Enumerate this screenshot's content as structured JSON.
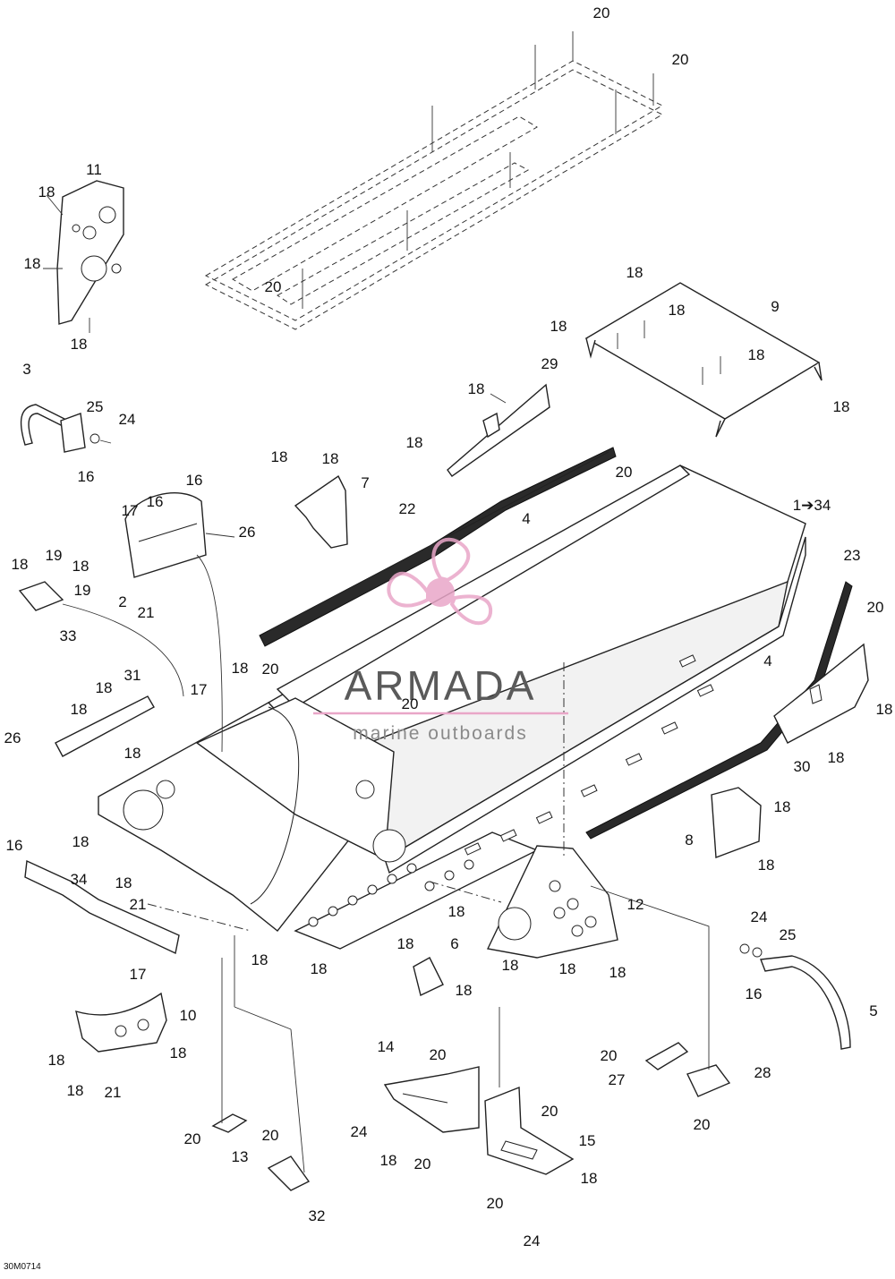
{
  "figure_id": "30M0714",
  "watermark": {
    "name": "ARMADA",
    "tagline": "marine outboards",
    "accent_color": "#e9a6c8"
  },
  "callouts": [
    {
      "id": "c-20a",
      "text": "20"
    },
    {
      "id": "c-20b",
      "text": "20"
    },
    {
      "id": "c-20c",
      "text": "20"
    },
    {
      "id": "c-11",
      "text": "11"
    },
    {
      "id": "c-18a",
      "text": "18"
    },
    {
      "id": "c-18b",
      "text": "18"
    },
    {
      "id": "c-18c",
      "text": "18"
    },
    {
      "id": "c-18d",
      "text": "18"
    },
    {
      "id": "c-18e",
      "text": "18"
    },
    {
      "id": "c-9",
      "text": "9"
    },
    {
      "id": "c-18f",
      "text": "18"
    },
    {
      "id": "c-18g",
      "text": "18"
    },
    {
      "id": "c-18h",
      "text": "18"
    },
    {
      "id": "c-3",
      "text": "3"
    },
    {
      "id": "c-25a",
      "text": "25"
    },
    {
      "id": "c-24a",
      "text": "24"
    },
    {
      "id": "c-16a",
      "text": "16"
    },
    {
      "id": "c-29",
      "text": "29"
    },
    {
      "id": "c-18i",
      "text": "18"
    },
    {
      "id": "c-18j",
      "text": "18"
    },
    {
      "id": "c-18k",
      "text": "18"
    },
    {
      "id": "c-18l",
      "text": "18"
    },
    {
      "id": "c-7",
      "text": "7"
    },
    {
      "id": "c-20d",
      "text": "20"
    },
    {
      "id": "c-22",
      "text": "22"
    },
    {
      "id": "c-16b",
      "text": "16"
    },
    {
      "id": "c-17a",
      "text": "17"
    },
    {
      "id": "c-16c",
      "text": "16"
    },
    {
      "id": "c-26a",
      "text": "26"
    },
    {
      "id": "c-1-34",
      "text": "1➔34"
    },
    {
      "id": "c-4a",
      "text": "4"
    },
    {
      "id": "c-23",
      "text": "23"
    },
    {
      "id": "c-2",
      "text": "2"
    },
    {
      "id": "c-21a",
      "text": "21"
    },
    {
      "id": "c-18m",
      "text": "18"
    },
    {
      "id": "c-19a",
      "text": "19"
    },
    {
      "id": "c-18n",
      "text": "18"
    },
    {
      "id": "c-19b",
      "text": "19"
    },
    {
      "id": "c-33",
      "text": "33"
    },
    {
      "id": "c-20e",
      "text": "20"
    },
    {
      "id": "c-4b",
      "text": "4"
    },
    {
      "id": "c-18o",
      "text": "18"
    },
    {
      "id": "c-20f",
      "text": "20"
    },
    {
      "id": "c-20g",
      "text": "20"
    },
    {
      "id": "c-31",
      "text": "31"
    },
    {
      "id": "c-18p",
      "text": "18"
    },
    {
      "id": "c-17b",
      "text": "17"
    },
    {
      "id": "c-18q",
      "text": "18"
    },
    {
      "id": "c-26b",
      "text": "26"
    },
    {
      "id": "c-18r",
      "text": "18"
    },
    {
      "id": "c-18s",
      "text": "18"
    },
    {
      "id": "c-30",
      "text": "30"
    },
    {
      "id": "c-18t",
      "text": "18"
    },
    {
      "id": "c-18u",
      "text": "18"
    },
    {
      "id": "c-8",
      "text": "8"
    },
    {
      "id": "c-18v",
      "text": "18"
    },
    {
      "id": "c-16d",
      "text": "16"
    },
    {
      "id": "c-18w",
      "text": "18"
    },
    {
      "id": "c-34",
      "text": "34"
    },
    {
      "id": "c-18x",
      "text": "18"
    },
    {
      "id": "c-21b",
      "text": "21"
    },
    {
      "id": "c-18y",
      "text": "18"
    },
    {
      "id": "c-12",
      "text": "12"
    },
    {
      "id": "c-24b",
      "text": "24"
    },
    {
      "id": "c-25b",
      "text": "25"
    },
    {
      "id": "c-16e",
      "text": "16"
    },
    {
      "id": "c-18z",
      "text": "18"
    },
    {
      "id": "c-6",
      "text": "6"
    },
    {
      "id": "c-18aa",
      "text": "18"
    },
    {
      "id": "c-18ab",
      "text": "18"
    },
    {
      "id": "c-18ac",
      "text": "18"
    },
    {
      "id": "c-18ad",
      "text": "18"
    },
    {
      "id": "c-17c",
      "text": "17"
    },
    {
      "id": "c-18ae",
      "text": "18"
    },
    {
      "id": "c-5",
      "text": "5"
    },
    {
      "id": "c-10",
      "text": "10"
    },
    {
      "id": "c-18af",
      "text": "18"
    },
    {
      "id": "c-18ag",
      "text": "18"
    },
    {
      "id": "c-18ah",
      "text": "18"
    },
    {
      "id": "c-21c",
      "text": "21"
    },
    {
      "id": "c-14",
      "text": "14"
    },
    {
      "id": "c-20h",
      "text": "20"
    },
    {
      "id": "c-20i",
      "text": "20"
    },
    {
      "id": "c-27",
      "text": "27"
    },
    {
      "id": "c-28",
      "text": "28"
    },
    {
      "id": "c-20j",
      "text": "20"
    },
    {
      "id": "c-24c",
      "text": "24"
    },
    {
      "id": "c-20k",
      "text": "20"
    },
    {
      "id": "c-15",
      "text": "15"
    },
    {
      "id": "c-18ai",
      "text": "18"
    },
    {
      "id": "c-20l",
      "text": "20"
    },
    {
      "id": "c-20m",
      "text": "20"
    },
    {
      "id": "c-20n",
      "text": "20"
    },
    {
      "id": "c-13",
      "text": "13"
    },
    {
      "id": "c-18aj",
      "text": "18"
    },
    {
      "id": "c-32",
      "text": "32"
    },
    {
      "id": "c-18ak",
      "text": "18"
    },
    {
      "id": "c-20o",
      "text": "20"
    },
    {
      "id": "c-24d",
      "text": "24"
    }
  ]
}
